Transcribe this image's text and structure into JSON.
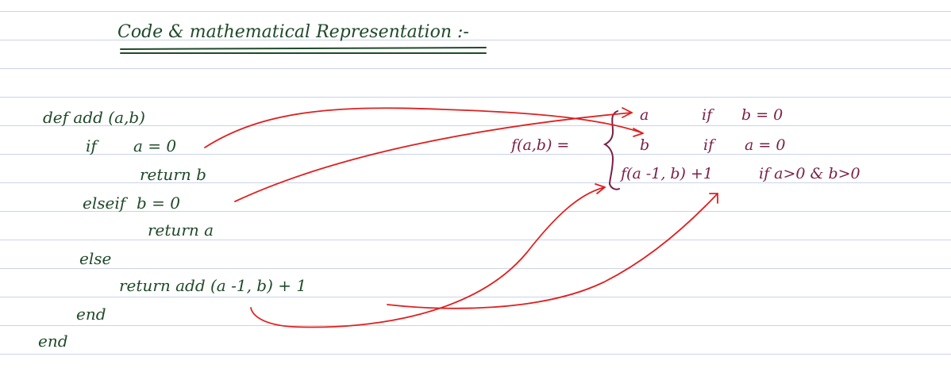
{
  "title": "Code & mathematical Representation :-",
  "code": {
    "def_line": "def add (a,b)",
    "if_kw": "if",
    "if_cond": "a = 0",
    "return_b": "return b",
    "elseif_kw": "elseif",
    "elseif_cond": "b = 0",
    "return_a": "return a",
    "else_kw": "else",
    "return_add": "return add (a -1, b) + 1",
    "end_inner": "end",
    "end_outer": "end"
  },
  "math": {
    "lhs": "f(a,b) =",
    "case1_value": "a",
    "case1_cond_kw": "if",
    "case1_cond": "b = 0",
    "case2_value": "b",
    "case2_cond_kw": "if",
    "case2_cond": "a = 0",
    "case3_value": "f(a -1, b) +1",
    "case3_cond": "if a>0 & b>0"
  },
  "colors": {
    "code_ink": "#1f4a2a",
    "math_ink": "#7a1f45",
    "arrow_ink": "#e02020",
    "rule_line": "#c9d3ea"
  }
}
